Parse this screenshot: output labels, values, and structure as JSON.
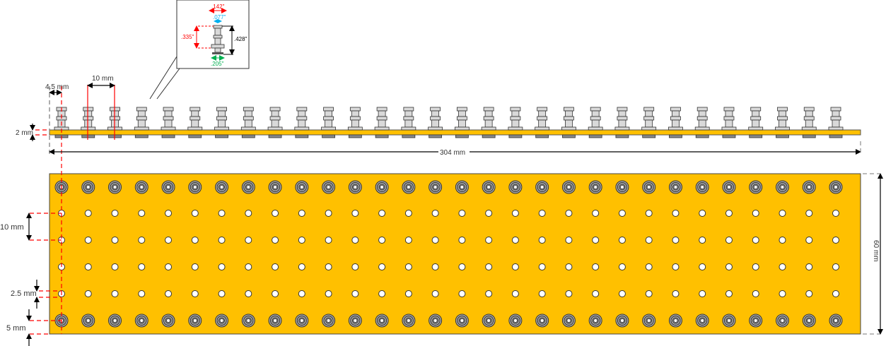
{
  "labels": {
    "pin_pitch_side": "10 mm",
    "edge_offset": "4.5 mm",
    "board_thickness": "2 mm",
    "board_length": "304 mm",
    "board_width": "60 mm",
    "row_pitch": "10 mm",
    "hole_gap": "2.5 mm",
    "edge_row_offset": "5 mm"
  },
  "inset": {
    "top_width": ".142\"",
    "shaft_width": ".077\"",
    "partial_height": ".335\"",
    "total_height": ".428\"",
    "base_width": ".205\""
  },
  "layout_counts": {
    "columns": 30,
    "hole_rows": 4
  },
  "colors": {
    "board": "#FFC000",
    "dim_red": "#FF0000",
    "dim_blue": "#00B0F0",
    "dim_green": "#00B050",
    "pin": "#D9D9D9"
  }
}
